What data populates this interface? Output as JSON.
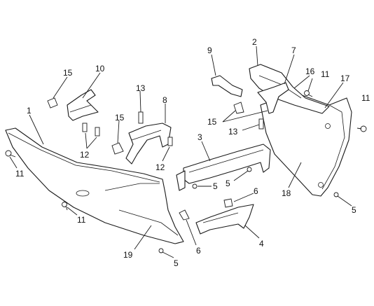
{
  "callouts": [
    "1",
    "2",
    "3",
    "4",
    "5",
    "6",
    "7",
    "8",
    "9",
    "10",
    "11",
    "12",
    "13",
    "15",
    "16",
    "17",
    "18",
    "19"
  ],
  "extra_callouts": {
    "c5b": "5",
    "c5c": "5",
    "c5d": "5",
    "c6b": "6",
    "c11b": "11",
    "c11c": "11",
    "c11d": "11",
    "c12b": "12",
    "c15b": "15",
    "c15c": "15"
  },
  "colors": {
    "line": "#1a1a1a",
    "background": "#ffffff"
  }
}
